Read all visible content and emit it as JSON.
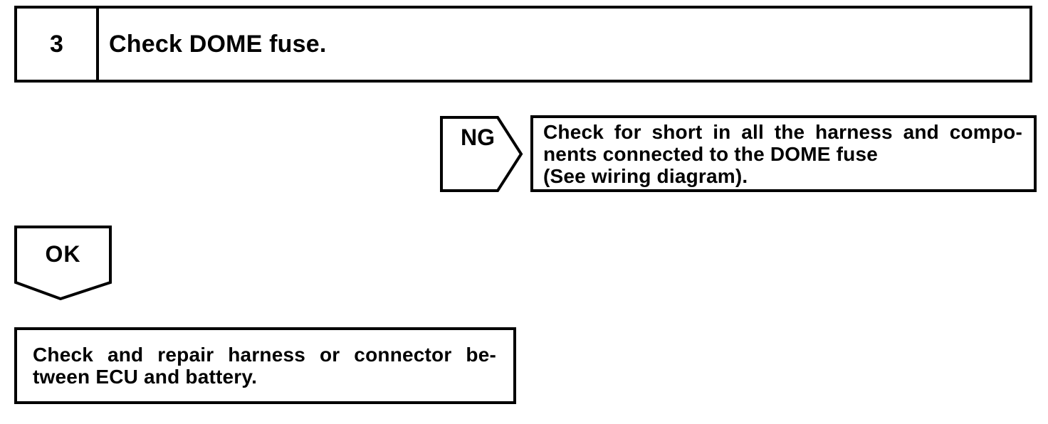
{
  "page": {
    "ink_color": "#000000",
    "paper_color": "#ffffff"
  },
  "flowchart": {
    "step": {
      "number": "3",
      "instruction": "Check DOME fuse."
    },
    "ng": {
      "label": "NG",
      "action_lines": [
        "Check for short in all the harness and compo-",
        "nents connected to the DOME fuse",
        "(See wiring diagram)."
      ]
    },
    "ok": {
      "label": "OK",
      "action_lines": [
        "Check and repair harness or connector be-",
        "tween ECU and battery."
      ]
    }
  }
}
